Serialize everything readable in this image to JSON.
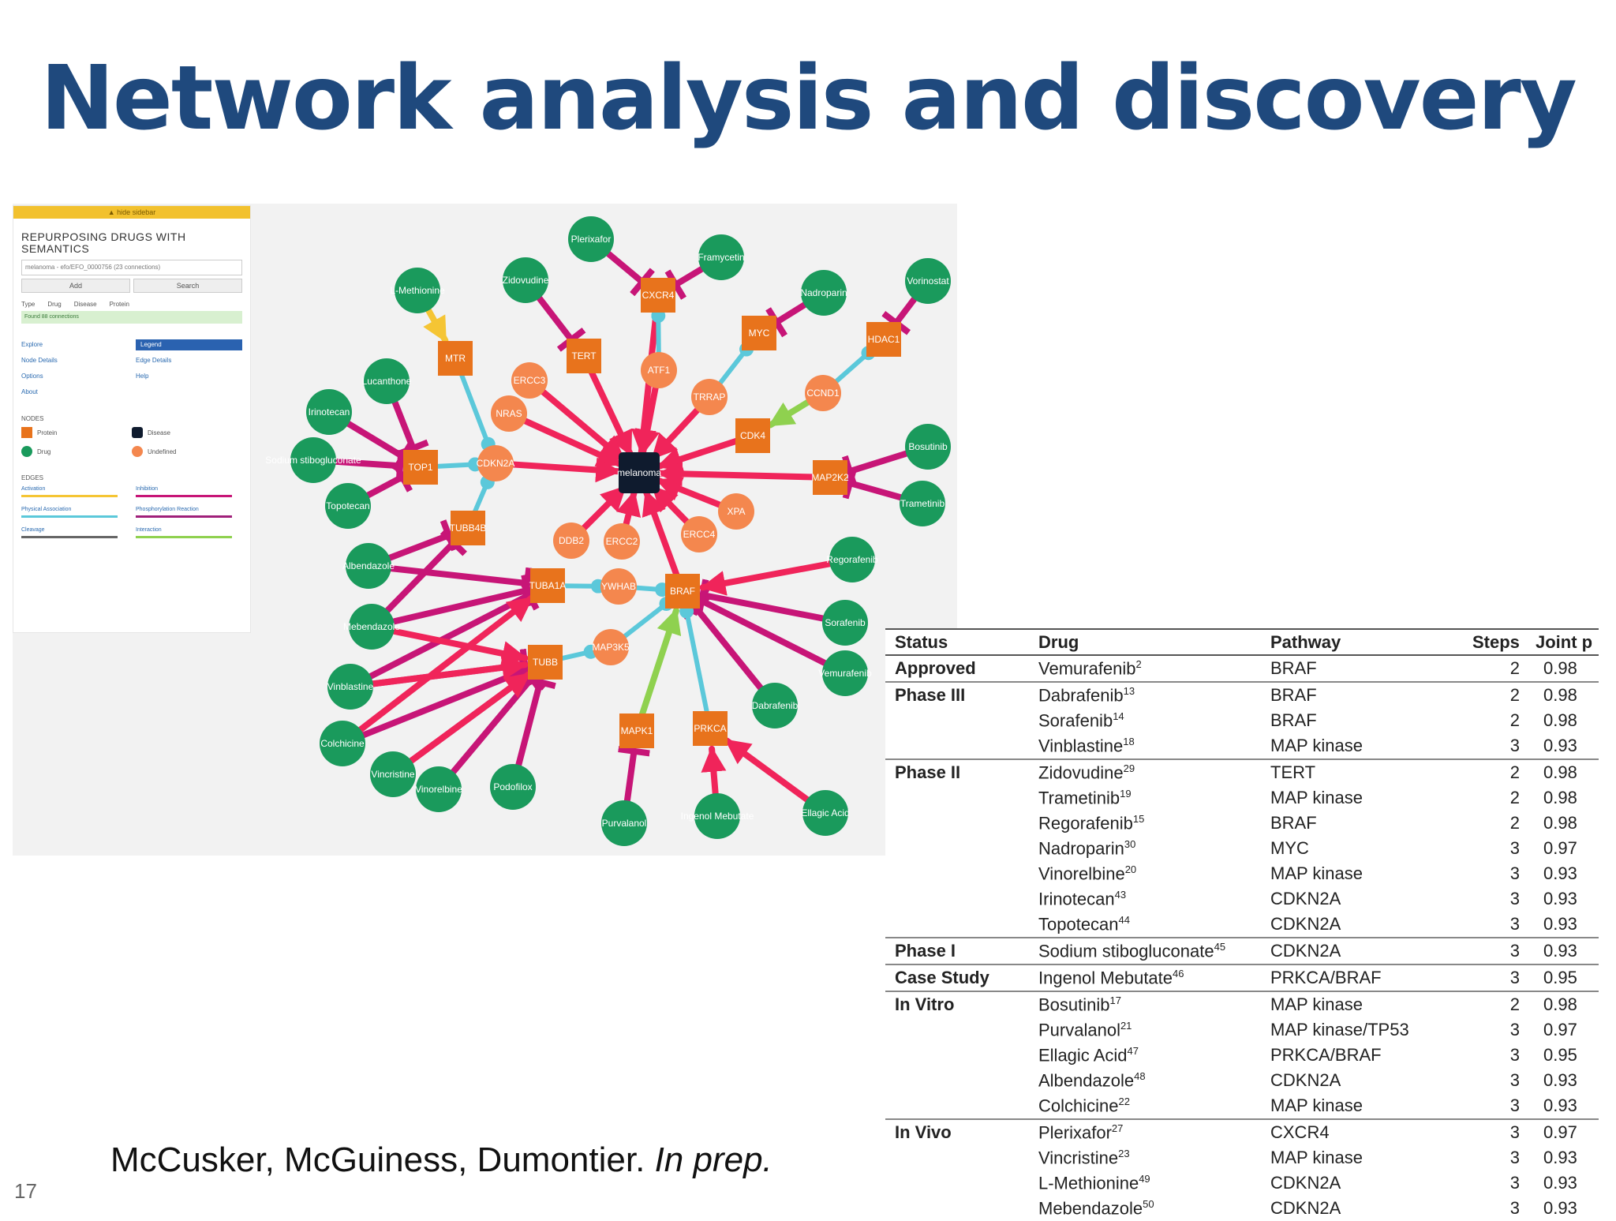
{
  "slide": {
    "title": "Network analysis and discovery",
    "citation_authors": "McCusker, McGuiness, Dumontier.",
    "citation_status": "In prep.",
    "page_number": "17"
  },
  "sidebar": {
    "top_bar": "▲ hide sidebar",
    "heading": "REPURPOSING DRUGS WITH SEMANTICS",
    "search_value": "melanoma - efo/EFO_0000756 (23 connections)",
    "add_label": "Add",
    "search_label": "Search",
    "types": [
      "Type",
      "Drug",
      "Disease",
      "Protein"
    ],
    "alert": "Found 88 connections",
    "menu": [
      "Explore",
      "Legend",
      "Node Details",
      "Edge Details",
      "Options",
      "Help",
      "About"
    ],
    "nodes_heading": "NODES",
    "node_types": [
      "Protein",
      "Disease",
      "Drug",
      "Undefined"
    ],
    "edges_heading": "EDGES",
    "edge_types": [
      "Activation",
      "Inhibition",
      "Physical Association",
      "Phosphorylation Reaction",
      "Cleavage",
      "Interaction"
    ]
  },
  "colors": {
    "protein": "#e8731c",
    "drug": "#1a9a5c",
    "disease": "#0f1b2e",
    "undefined": "#f4874e",
    "inhibition": "#c71577",
    "activation_red": "#f0245a",
    "physical": "#5bc8da",
    "activation_yellow": "#f5c534",
    "green_edge": "#8fd14f",
    "title": "#1f497d"
  },
  "network": {
    "disease": "melanoma",
    "proteins": [
      "MTR",
      "TERT",
      "CXCR4",
      "MYC",
      "HDAC1",
      "CDK4",
      "MAP2K2",
      "TOP1",
      "TUBB4B",
      "TUBA1A",
      "BRAF",
      "TUBB",
      "MAPK1",
      "PRKCA"
    ],
    "undefined": [
      "ERCC3",
      "ATF1",
      "TRRAP",
      "CCND1",
      "NRAS",
      "CDKN2A",
      "XPA",
      "ERCC4",
      "ERCC2",
      "DDB2",
      "YWHAB",
      "MAP3K5"
    ],
    "drugs": [
      "Plerixafor",
      "Framycetin",
      "Zidovudine",
      "Nadroparin",
      "Vorinostat",
      "L-Methionine",
      "Lucanthone",
      "Irinotecan",
      "Sodium stibogluconate",
      "Topotecan",
      "Bosutinib",
      "Trametinib",
      "Regorafenib",
      "Sorafenib",
      "Vemurafenib",
      "Dabrafenib",
      "Albendazole",
      "Mebendazole",
      "Vinblastine",
      "Colchicine",
      "Vincristine",
      "Vinorelbine",
      "Podofilox",
      "Purvalanol",
      "Ingenol Mebutate",
      "Ellagic Acid"
    ]
  },
  "table": {
    "headers": [
      "Status",
      "Drug",
      "Pathway",
      "Steps",
      "Joint p"
    ],
    "rows": [
      {
        "status": "Approved",
        "drug": "Vemurafenib",
        "ref": "2",
        "pathway": "BRAF",
        "steps": "2",
        "joint": "0.98",
        "group_start": true
      },
      {
        "status": "Phase III",
        "drug": "Dabrafenib",
        "ref": "13",
        "pathway": "BRAF",
        "steps": "2",
        "joint": "0.98",
        "group_start": true
      },
      {
        "status": "",
        "drug": "Sorafenib",
        "ref": "14",
        "pathway": "BRAF",
        "steps": "2",
        "joint": "0.98",
        "group_start": false
      },
      {
        "status": "",
        "drug": "Vinblastine",
        "ref": "18",
        "pathway": "MAP kinase",
        "steps": "3",
        "joint": "0.93",
        "group_start": false
      },
      {
        "status": "Phase II",
        "drug": "Zidovudine",
        "ref": "29",
        "pathway": "TERT",
        "steps": "2",
        "joint": "0.98",
        "group_start": true
      },
      {
        "status": "",
        "drug": "Trametinib",
        "ref": "19",
        "pathway": "MAP kinase",
        "steps": "2",
        "joint": "0.98",
        "group_start": false
      },
      {
        "status": "",
        "drug": "Regorafenib",
        "ref": "15",
        "pathway": "BRAF",
        "steps": "2",
        "joint": "0.98",
        "group_start": false
      },
      {
        "status": "",
        "drug": "Nadroparin",
        "ref": "30",
        "pathway": "MYC",
        "steps": "3",
        "joint": "0.97",
        "group_start": false
      },
      {
        "status": "",
        "drug": "Vinorelbine",
        "ref": "20",
        "pathway": "MAP kinase",
        "steps": "3",
        "joint": "0.93",
        "group_start": false
      },
      {
        "status": "",
        "drug": "Irinotecan",
        "ref": "43",
        "pathway": "CDKN2A",
        "steps": "3",
        "joint": "0.93",
        "group_start": false
      },
      {
        "status": "",
        "drug": "Topotecan",
        "ref": "44",
        "pathway": "CDKN2A",
        "steps": "3",
        "joint": "0.93",
        "group_start": false
      },
      {
        "status": "Phase I",
        "drug": "Sodium stibogluconate",
        "ref": "45",
        "pathway": "CDKN2A",
        "steps": "3",
        "joint": "0.93",
        "group_start": true
      },
      {
        "status": "Case Study",
        "drug": "Ingenol Mebutate",
        "ref": "46",
        "pathway": "PRKCA/BRAF",
        "steps": "3",
        "joint": "0.95",
        "group_start": true
      },
      {
        "status": "In Vitro",
        "drug": "Bosutinib",
        "ref": "17",
        "pathway": "MAP kinase",
        "steps": "2",
        "joint": "0.98",
        "group_start": true
      },
      {
        "status": "",
        "drug": "Purvalanol",
        "ref": "21",
        "pathway": "MAP kinase/TP53",
        "steps": "3",
        "joint": "0.97",
        "group_start": false
      },
      {
        "status": "",
        "drug": "Ellagic Acid",
        "ref": "47",
        "pathway": "PRKCA/BRAF",
        "steps": "3",
        "joint": "0.95",
        "group_start": false
      },
      {
        "status": "",
        "drug": "Albendazole",
        "ref": "48",
        "pathway": "CDKN2A",
        "steps": "3",
        "joint": "0.93",
        "group_start": false
      },
      {
        "status": "",
        "drug": "Colchicine",
        "ref": "22",
        "pathway": "MAP kinase",
        "steps": "3",
        "joint": "0.93",
        "group_start": false
      },
      {
        "status": "In Vivo",
        "drug": "Plerixafor",
        "ref": "27",
        "pathway": "CXCR4",
        "steps": "3",
        "joint": "0.97",
        "group_start": true
      },
      {
        "status": "",
        "drug": "Vincristine",
        "ref": "23",
        "pathway": "MAP kinase",
        "steps": "3",
        "joint": "0.93",
        "group_start": false
      },
      {
        "status": "",
        "drug": "L-Methionine",
        "ref": "49",
        "pathway": "CDKN2A",
        "steps": "3",
        "joint": "0.93",
        "group_start": false
      },
      {
        "status": "",
        "drug": "Mebendazole",
        "ref": "50",
        "pathway": "CDKN2A",
        "steps": "3",
        "joint": "0.93",
        "group_start": false
      }
    ]
  }
}
